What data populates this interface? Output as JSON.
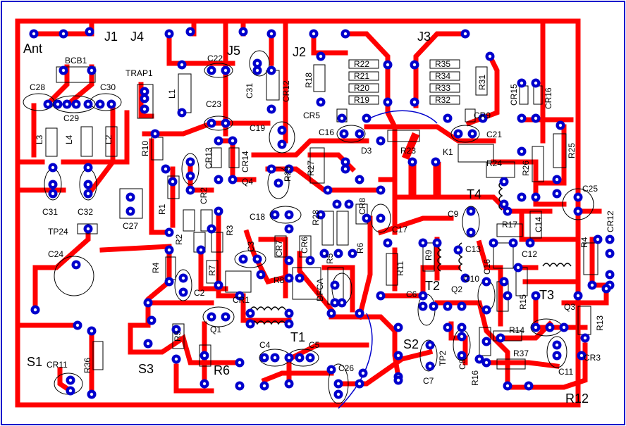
{
  "board": {
    "border_color": "#0000cc",
    "trace_color": "#ff0000",
    "pad_color": "#0000cc",
    "outline_color": "#000000",
    "jumper_color": "#0000cc"
  },
  "labels": {
    "ant": "Ant",
    "j1": "J1",
    "j4": "J4",
    "j5": "J5",
    "j2": "J2",
    "j3": "J3",
    "bcb1": "BCB1",
    "trap1": "TRAP1",
    "c28": "C28",
    "c29": "C29",
    "c30": "C30",
    "c22": "C22",
    "c23": "C23",
    "c31_top": "C31",
    "cr12_top": "CR12",
    "r18": "R18",
    "r22": "R22",
    "r21": "R21",
    "r20": "R20",
    "r19": "R19",
    "r35": "R35",
    "r34": "R34",
    "r33": "R33",
    "r32": "R32",
    "r31": "R31",
    "cr15": "CR15",
    "cr16": "CR16",
    "cr5": "CR5",
    "cr9": "CR9",
    "c19": "C19",
    "c16": "C16",
    "c21": "C21",
    "l1": "L1",
    "l2": "L2",
    "l3": "L3",
    "l4": "L4",
    "r10": "R10",
    "cr13": "CR13",
    "cr14": "CR14",
    "r27": "R27",
    "r29": "R29",
    "r23": "R23",
    "k1": "K1",
    "r24": "R24",
    "r26": "R26",
    "r25": "R25",
    "c31_bottom": "C31",
    "c32": "C32",
    "c27": "C27",
    "cr2": "CR2",
    "r1": "R1",
    "q4": "Q4",
    "d3": "D3",
    "c18": "C18",
    "r28": "R28",
    "cr8": "CR8",
    "c17": "C17",
    "t4": "T4",
    "c25": "C25",
    "c9": "C9",
    "r17": "R17",
    "c14": "C14",
    "cr12_right": "CR12",
    "tp24": "TP24",
    "c24": "C24",
    "r2": "R2",
    "r3": "R3",
    "c3": "C3",
    "cr7": "CR7",
    "cr6": "CR6",
    "r5_mid": "R5",
    "r6_mid": "R6",
    "r9": "R9",
    "c13": "C13",
    "c12": "C12",
    "r4_right": "R4",
    "r4_left": "R4",
    "q2": "Q2",
    "r7": "R7",
    "r8": "R8",
    "r11": "R11",
    "dfca": "DFCA",
    "c6": "C6",
    "t2": "T2",
    "c10": "C10",
    "c16_b": "C16",
    "r15": "R15",
    "t3": "T3",
    "c2": "C2",
    "cr1": "CR1",
    "q1": "Q1",
    "q3": "Q3",
    "r13": "R13",
    "r14": "R14",
    "t1": "T1",
    "c4": "C4",
    "c5": "C5",
    "s2": "S2",
    "tp2": "TP2",
    "c8": "C8",
    "r37": "R37",
    "c11": "C11",
    "cr3": "CR3",
    "s1": "S1",
    "cr11": "CR11",
    "r36": "R36",
    "s3": "S3",
    "r5": "R5",
    "r6": "R6",
    "c26": "C26",
    "c7": "C7",
    "r16": "R16",
    "r12": "R12"
  }
}
